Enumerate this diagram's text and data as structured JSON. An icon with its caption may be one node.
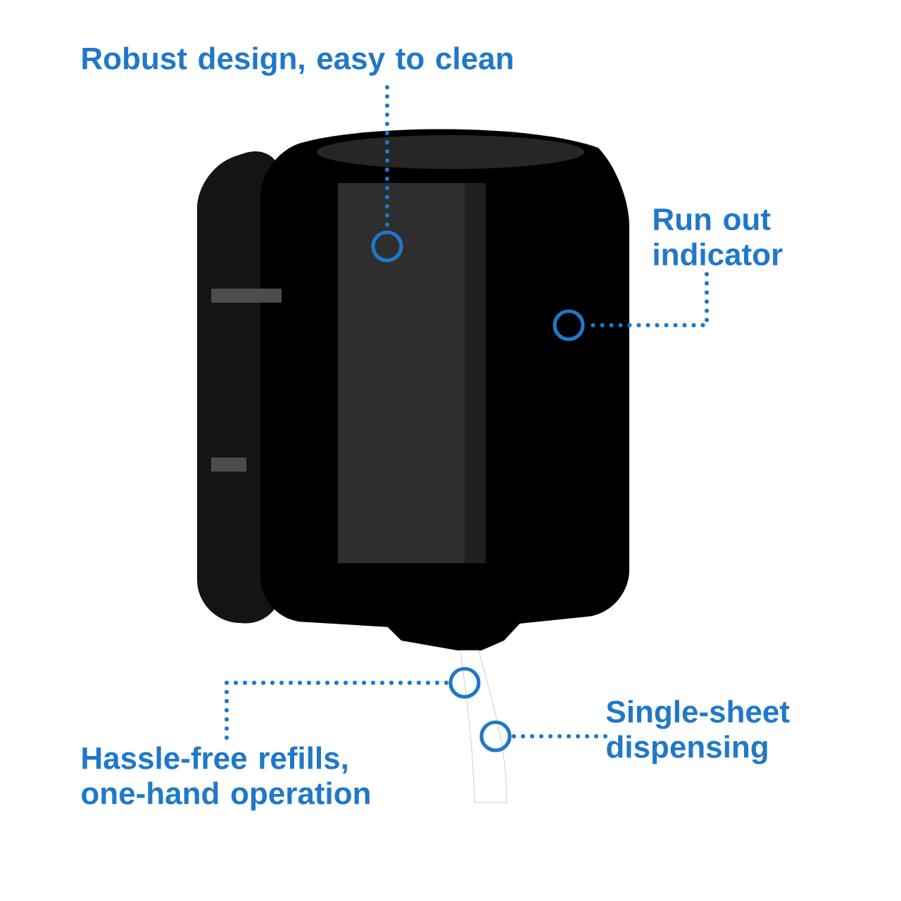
{
  "diagram": {
    "nodes": [
      {
        "text": [
          "Robust design, easy to clean"
        ]
      },
      {
        "text": [],
        "shape": "circle"
      },
      {
        "text": [
          "Run out indicator"
        ]
      },
      {
        "text": [],
        "shape": "circle"
      },
      {
        "text": [],
        "shape": "circle"
      },
      {
        "text": [
          "Single-sheet dispensing"
        ]
      },
      {
        "text": [],
        "shape": "circle"
      },
      {
        "text": [
          "Hassle-free refills, one-hand operation"
        ]
      }
    ],
    "edges": [
      {
        "from": 0,
        "to": 1,
        "arrow": "none"
      },
      {
        "from": 2,
        "to": 3,
        "arrow": "none"
      },
      {
        "from": 7,
        "to": 4,
        "arrow": "none"
      },
      {
        "from": 5,
        "to": 6,
        "arrow": "none"
      }
    ]
  }
}
